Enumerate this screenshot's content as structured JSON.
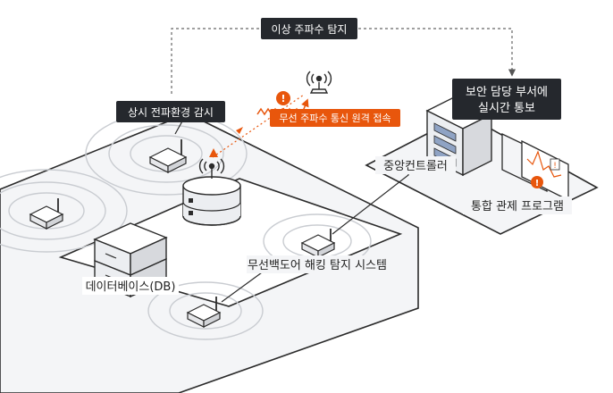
{
  "labels": {
    "detect": "이상 주파수 탐지",
    "monitor": "상시 전파환경 감시",
    "remote_access": "무선 주파수 통신 원격 접속",
    "security_line1": "보안 담당 부서에",
    "security_line2": "실시간 통보",
    "controller": "중앙컨트롤러",
    "program": "통합 관제 프로그램",
    "backdoor": "무선백도어 해킹 탐지 시스템",
    "database": "데이터베이스(DB)"
  },
  "colors": {
    "dark_label": "#25282d",
    "alert_orange": "#e8560c",
    "platform_fill": "#f1f2f4",
    "platform_stroke": "#2b2b2b",
    "wave_stroke": "#c9ccd1",
    "arrow": "#666666"
  },
  "icons": {
    "alert": "exclamation-icon",
    "antenna": "antenna-icon"
  }
}
